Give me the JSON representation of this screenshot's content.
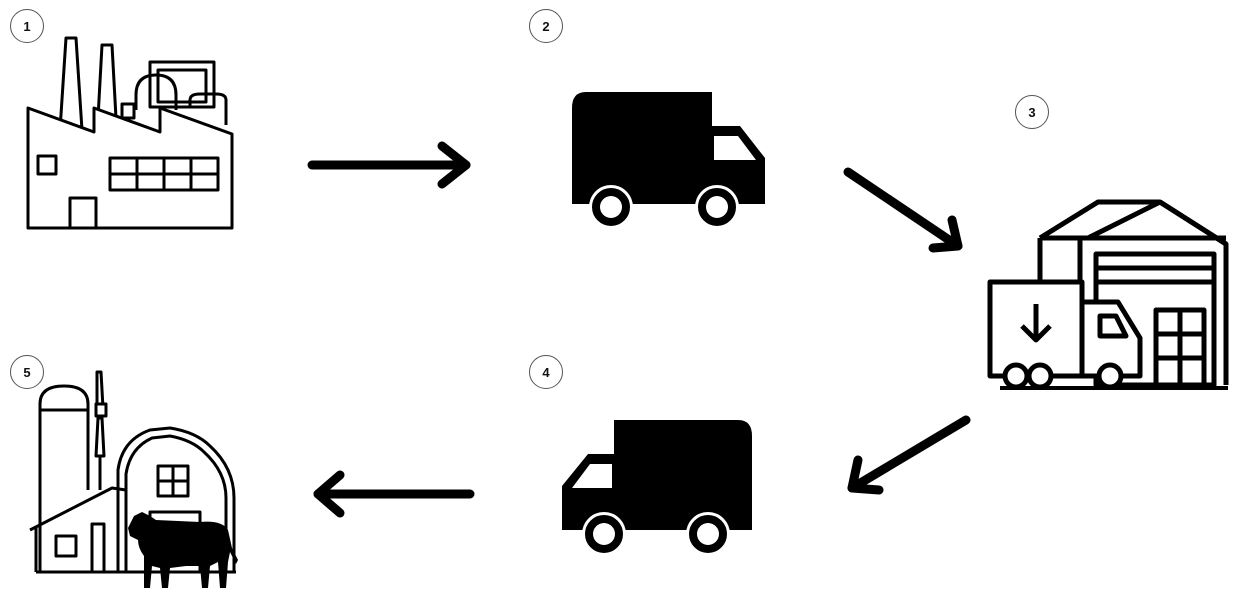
{
  "steps": [
    {
      "number": "1",
      "icon": "factory-icon"
    },
    {
      "number": "2",
      "icon": "truck-icon"
    },
    {
      "number": "3",
      "icon": "warehouse-unloading-icon"
    },
    {
      "number": "4",
      "icon": "truck-icon"
    },
    {
      "number": "5",
      "icon": "farm-icon"
    }
  ],
  "colors": {
    "ink": "#000000",
    "badge_border": "#555555",
    "background": "#ffffff"
  }
}
